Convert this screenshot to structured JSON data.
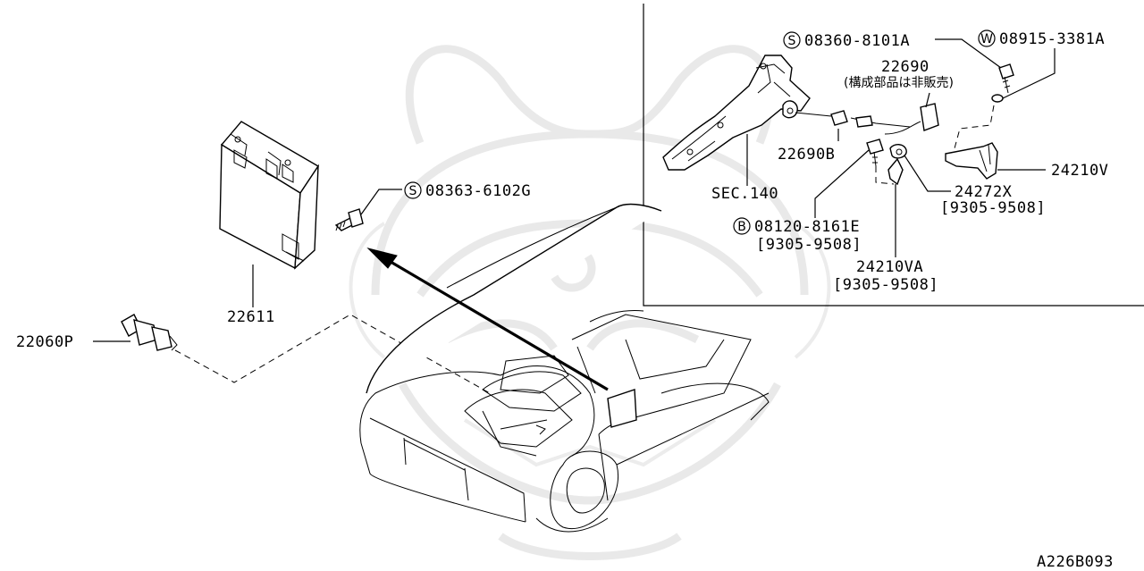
{
  "diagram_id": "A226B093",
  "parts": {
    "ecu": "22611",
    "ecu_screw": "08363-6102G",
    "ecu_screw_prefix": "S",
    "sensor": "22060P",
    "bracket_screw": "08360-8101A",
    "bracket_screw_prefix": "S",
    "washer": "08915-3381A",
    "washer_prefix": "W",
    "harness": "22690",
    "harness_note": "(構成部品は非販売)",
    "grommet": "22690B",
    "section": "SEC.140",
    "bolt": "08120-8161E",
    "bolt_prefix": "B",
    "bolt_date": "[9305-9508]",
    "clip_v": "24210V",
    "clip_x": "24272X",
    "clip_x_date": "[9305-9508]",
    "clip_va": "24210VA",
    "clip_va_date": "[9305-9508]"
  },
  "icons": [
    "circle-s-icon",
    "circle-w-icon",
    "circle-b-icon"
  ]
}
